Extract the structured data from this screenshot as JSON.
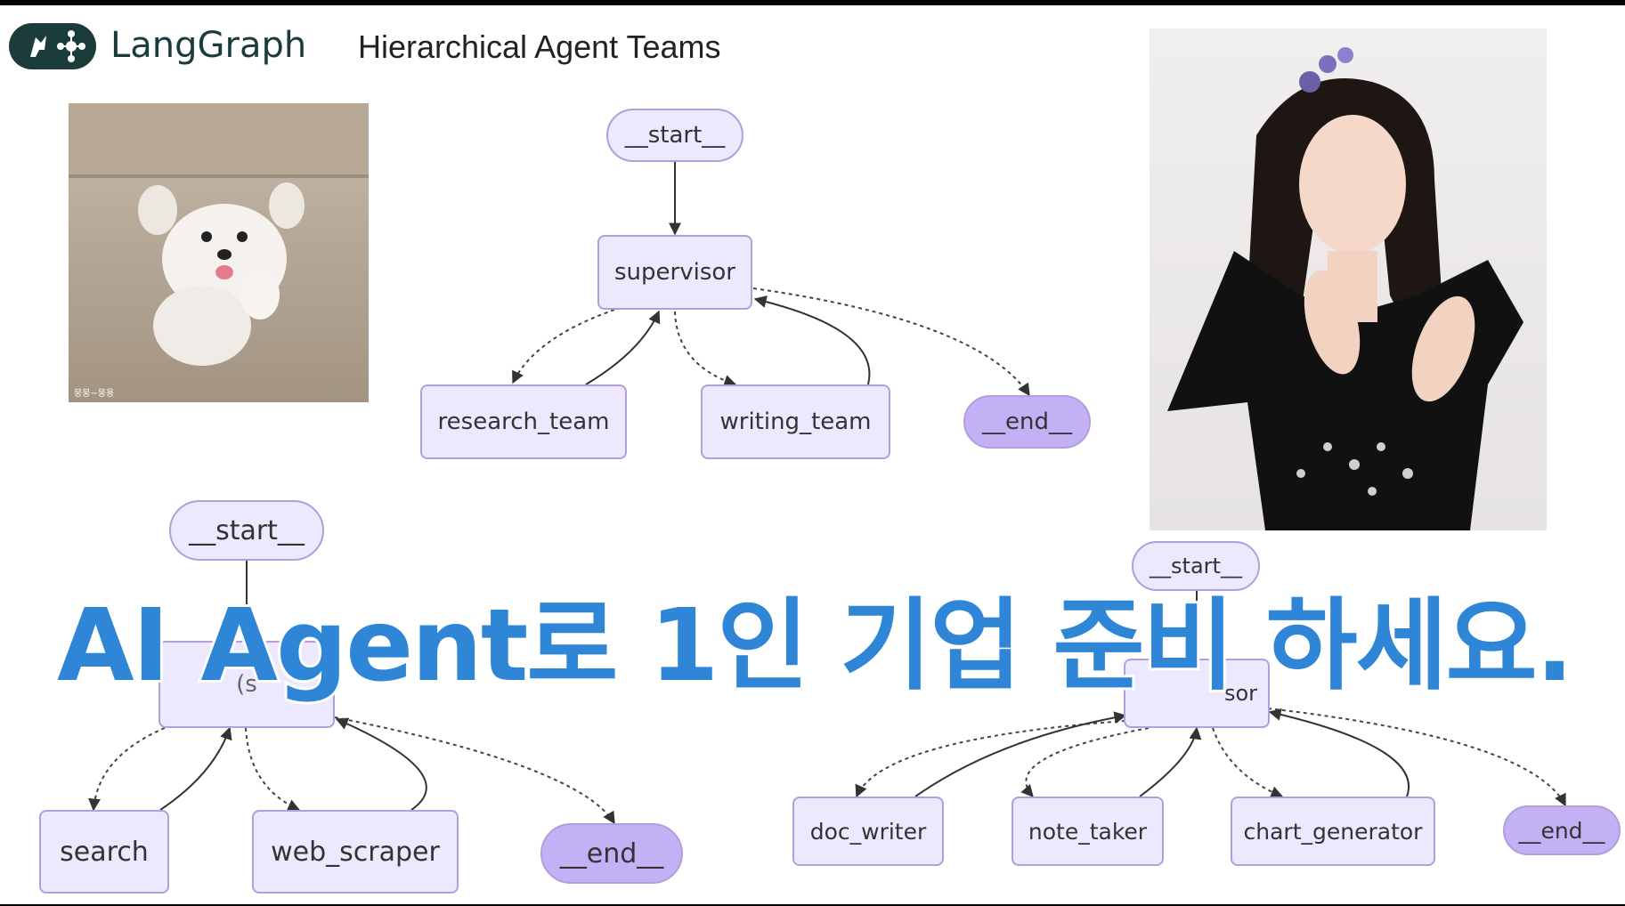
{
  "header": {
    "brand": "LangGraph",
    "title": "Hierarchical Agent Teams"
  },
  "caption": "AI Agent로 1인 기업 준비 하세요.",
  "dog_photo": {
    "watermark": "뭉뭉~뭉용"
  },
  "graphs": {
    "top": {
      "start": "__start__",
      "supervisor": "supervisor",
      "research_team": "research_team",
      "writing_team": "writing_team",
      "end": "__end__"
    },
    "research": {
      "start": "__start__",
      "supervisor_partial": "(s",
      "search": "search",
      "web_scraper": "web_scraper",
      "end": "__end__"
    },
    "writing": {
      "start": "__start__",
      "supervisor_partial": "sor",
      "doc_writer": "doc_writer",
      "note_taker": "note_taker",
      "chart_generator": "chart_generator",
      "end": "__end__"
    }
  },
  "colors": {
    "node_fill": "#ece8fd",
    "node_border": "#b39ddb",
    "end_fill": "#c2b2f5",
    "caption": "#2f86d6",
    "brand": "#1c3c3c"
  }
}
